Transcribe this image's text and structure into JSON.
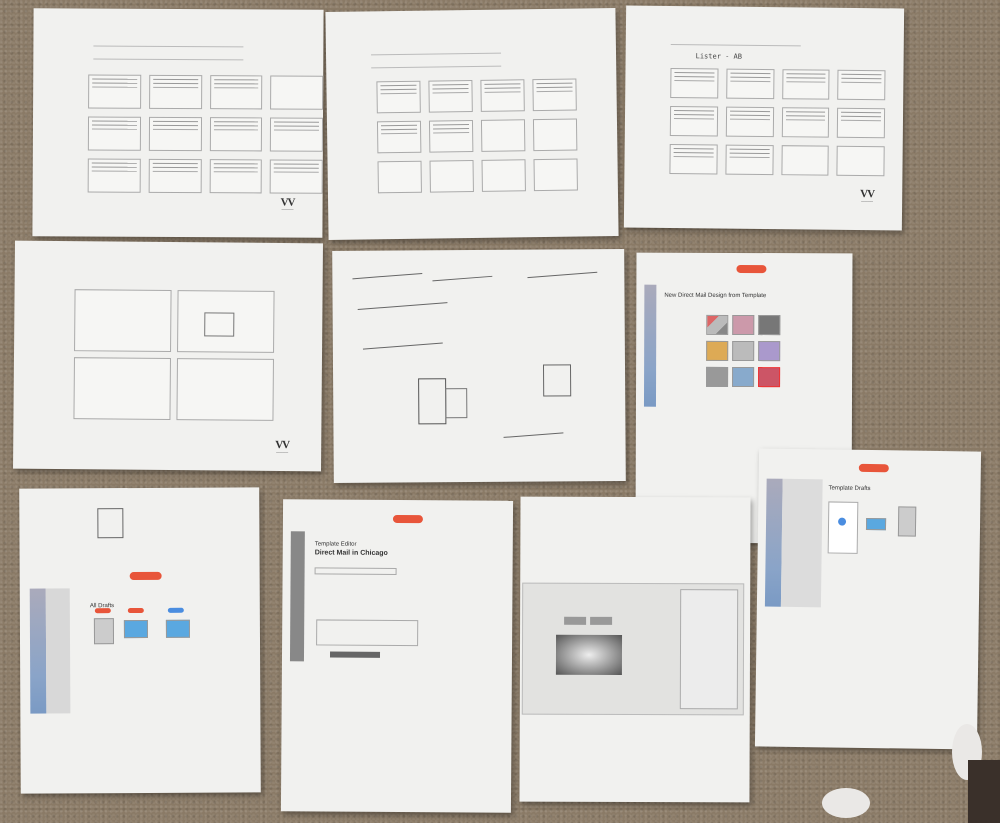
{
  "photo": {
    "description": "Paper prototype sheets laid out on carpet",
    "sheet_logo": {
      "mark": "VV"
    },
    "wireframes": {
      "direct_mail_page": {
        "title": "New Direct Mail Design from Template"
      },
      "drafts_page": {
        "title": "Template Drafts"
      },
      "editor_page": {
        "title": "Direct Mail in Chicago",
        "subtitle": "Template Editor"
      },
      "all_drafts_page": {
        "title": "All Drafts"
      }
    },
    "handwriting": {
      "sheet3_field": "Lister - AB"
    }
  }
}
